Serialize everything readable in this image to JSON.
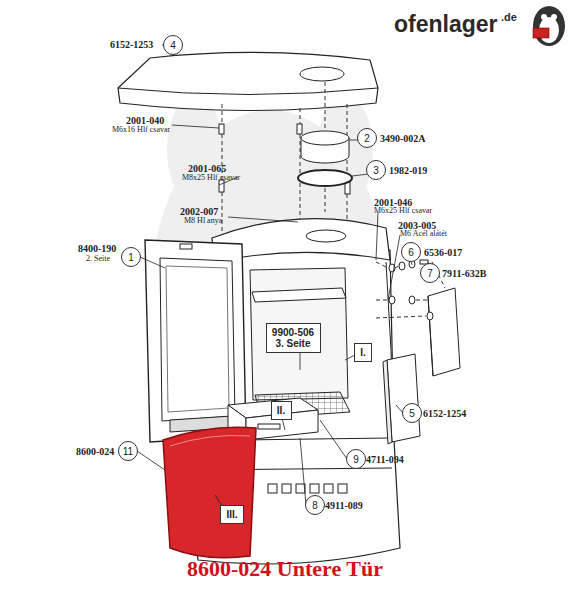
{
  "diagram": {
    "caption": "8600-024 Untere Tür",
    "nodes": [
      {
        "text": [
          "4"
        ]
      },
      {
        "text": [
          "2"
        ]
      },
      {
        "text": [
          "3"
        ]
      },
      {
        "text": [
          "6"
        ]
      },
      {
        "text": [
          "7"
        ]
      },
      {
        "text": [
          "1"
        ]
      },
      {
        "text": [
          "9900-506",
          "3. Seite"
        ]
      },
      {
        "text": [
          "I."
        ]
      },
      {
        "text": [
          "II."
        ]
      },
      {
        "text": [
          "5"
        ]
      },
      {
        "text": [
          "11"
        ]
      },
      {
        "text": [
          "9"
        ]
      },
      {
        "text": [
          "8"
        ]
      },
      {
        "text": [
          "III."
        ]
      }
    ],
    "edges": [],
    "labels": [
      "ofenlager",
      ".de",
      "6152-1253",
      "2001-040",
      "M6x16 Hlf csavar",
      "3490-002A",
      "2001-065",
      "M8x25 Hlf csavar",
      "1982-019",
      "2001-046",
      "M6x25 Hlf csavar",
      "2002-007",
      "M8 Hl anya",
      "2003-005",
      "M6 Acél alátét",
      "6536-017",
      "7911-632B",
      "8400-190",
      "2. Seite",
      "6152-1254",
      "8600-024",
      "4711-094",
      "4911-089"
    ]
  }
}
